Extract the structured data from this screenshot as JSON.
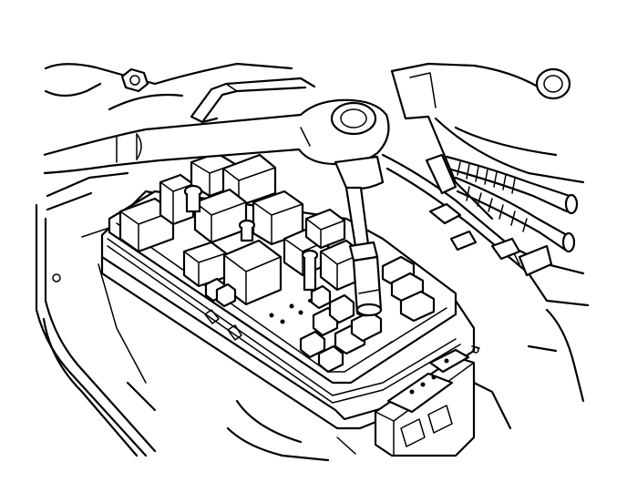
{
  "figure": {
    "line_color": "#000000",
    "background": "#ffffff",
    "components": [
      "fuse-relay-block",
      "ratchet-wrench",
      "socket-extension",
      "relays",
      "fuses",
      "wiring-harness",
      "harness-connector",
      "mounting-bracket"
    ]
  }
}
